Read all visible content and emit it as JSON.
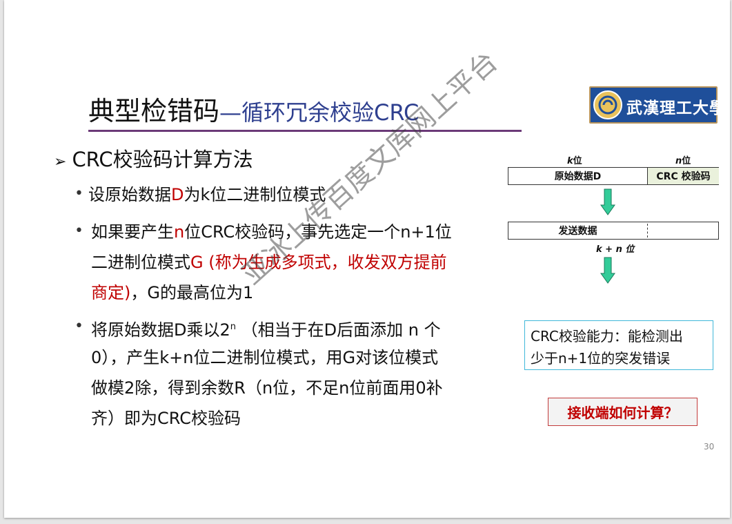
{
  "slide": {
    "title_main": "典型检错码",
    "title_sub": "—循环冗余校验CRC",
    "logo_text": "武漢理工大學",
    "heading": "CRC校验码计算方法",
    "heading_marker": "➢",
    "bullet_marker": "•",
    "b1": {
      "p1": "设原始数据",
      "p2": "D",
      "p3": "为k位二进制位模式"
    },
    "b2": {
      "l1a": "如果要产生",
      "l1b": "n",
      "l1c": "位CRC校验码，事先选定一个n+1位",
      "l2a": "二进制位模式",
      "l2b": "G (称为生成多项式，收发双方提前",
      "l3a": "商定)",
      "l3b": "，G的最高位为1"
    },
    "b3": {
      "l1a": "将原始数据D乘以2",
      "l1sup": "n",
      "l1b": " （相当于在D后面添加 n 个",
      "l2": "0），产生k+n位二进制位模式，用G对该位模式",
      "l3": "做模2除，得到余数R（n位，不足n位前面用0补",
      "l4": "齐）即为CRC校验码"
    },
    "watermark": "亚冰上传百度文库网上平台",
    "diagram": {
      "k_var": "k",
      "k_unit": "位",
      "n_var": "n",
      "n_unit": "位",
      "orig_label": "原始数据D",
      "crc_label": "CRC 校验码",
      "send_label": "发送数据",
      "kn_label": "k + n 位"
    },
    "capability": "CRC校验能力：能检测出少于n+1位的突发错误",
    "capability_l1": "CRC校验能力：能检测出",
    "capability_l2": "少于n+1位的突发错误",
    "question": "接收端如何计算？",
    "page_number": "30"
  },
  "colors": {
    "title_sub": "#2e3f8f",
    "rule": "#6b3a78",
    "red_text": "#c00000",
    "crc_cell": "#eaf1dc",
    "arrow": "#33cc99",
    "cap_border": "#3fb7d9"
  }
}
